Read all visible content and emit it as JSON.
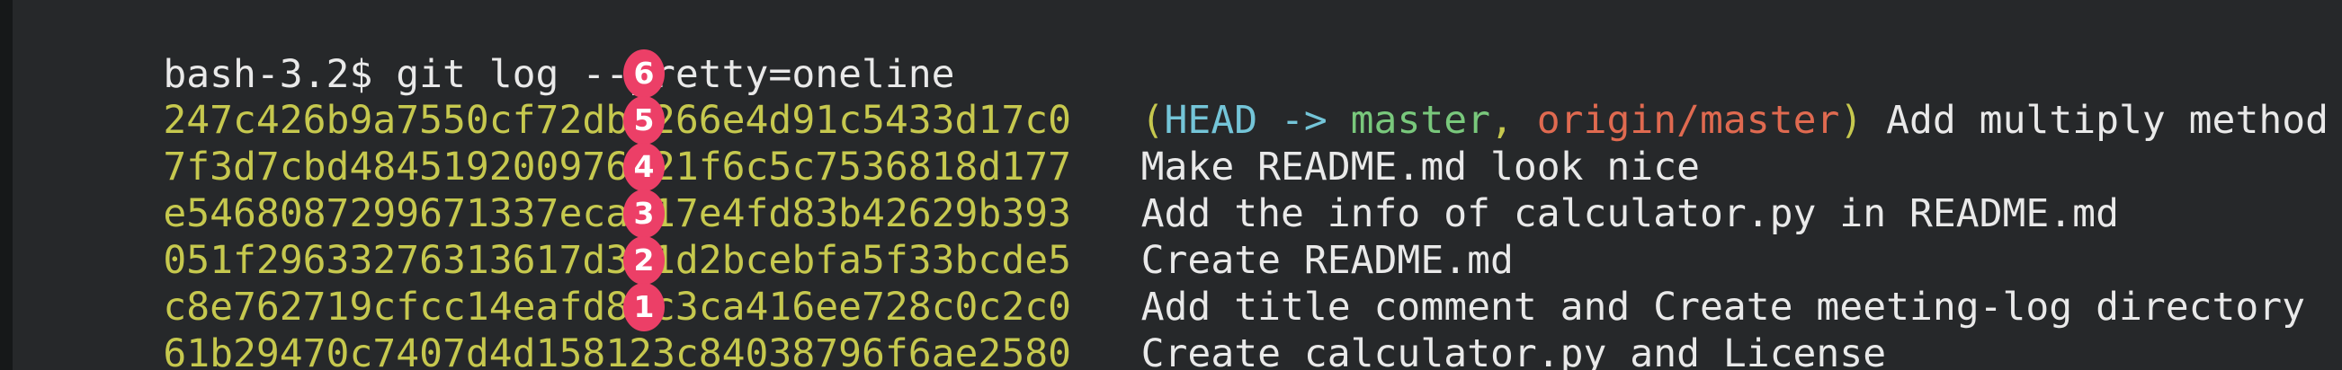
{
  "terminal": {
    "prompt_line": "bash-3.2$ git log --pretty=oneline",
    "prompt": "bash-3.2$",
    "command": "git log --pretty=oneline",
    "background_color": "#26282a",
    "hash_color": "#c6c84e",
    "text_color": "#e9e9e9",
    "badge_color": "#ec3f67",
    "head_color": "#74c5d8",
    "branch_color": "#79c87c",
    "remote_color": "#e06a50"
  },
  "commits": [
    {
      "badge": "6",
      "hash": "247c426b9a7550cf72db5266e4d91c5433d17c0",
      "decoration": {
        "open_paren": "(",
        "head": "HEAD",
        "arrow": " -> ",
        "branch": "master",
        "comma": ", ",
        "remote": "origin/master",
        "close_paren": ")"
      },
      "message": "Add multiply method"
    },
    {
      "badge": "5",
      "hash": "7f3d7cbd484519200976c21f6c5c7536818d177",
      "decoration": null,
      "message": "Make README.md look nice"
    },
    {
      "badge": "4",
      "hash": "e5468087299671337ecaa17e4fd83b42629b393",
      "decoration": null,
      "message": "Add the info of calculator.py in README.md"
    },
    {
      "badge": "3",
      "hash": "051f29633276313617d331d2bcebfa5f33bcde5",
      "decoration": null,
      "message": "Create README.md"
    },
    {
      "badge": "2",
      "hash": "c8e762719cfcc14eafd8dc3ca416ee728c0c2c0",
      "decoration": null,
      "message": "Add title comment and Create meeting-log directory"
    },
    {
      "badge": "1",
      "hash": "61b29470c7407d4d158123c84038796f6ae2580",
      "decoration": null,
      "message": "Create calculator.py and License"
    }
  ]
}
